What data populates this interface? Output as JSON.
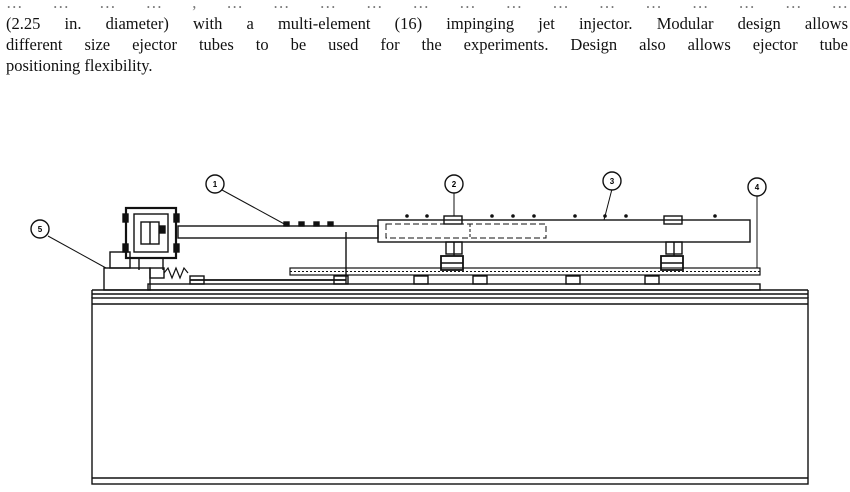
{
  "description": {
    "lines": [
      "… … … … , … … … … … … … … … … … … … …",
      "(2.25 in. diameter) with a multi-element (16) impinging jet injector.  Modular design allows",
      "different size ejector tubes to be used for the experiments.  Design also allows ejector tube",
      "positioning flexibility."
    ]
  },
  "callouts": [
    {
      "label": "1"
    },
    {
      "label": "2"
    },
    {
      "label": "3"
    },
    {
      "label": "4"
    },
    {
      "label": "5"
    }
  ]
}
